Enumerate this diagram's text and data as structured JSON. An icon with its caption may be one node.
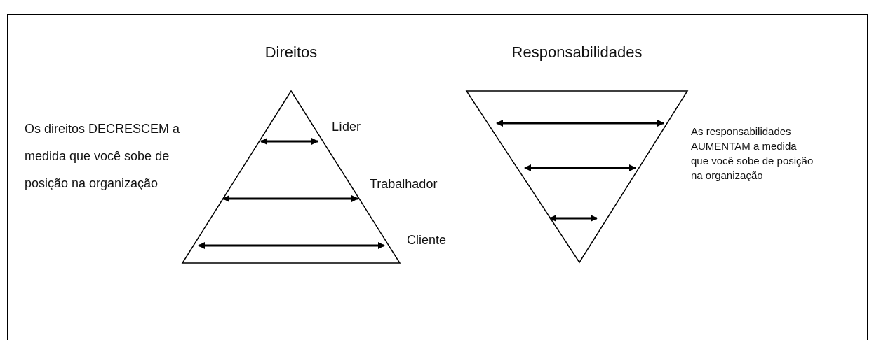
{
  "diagram": {
    "nodes": [
      {
        "text": [
          "Direitos"
        ],
        "beside": [
          "Líder",
          "Trabalhador",
          "Cliente"
        ]
      },
      {
        "text": [
          "Responsabilidades"
        ]
      }
    ],
    "labels": [
      "Os direitos DECRESCEM a medida que você sobe de posição na organização",
      "As responsabilidades AUMENTAM a medida que você sobe de posição na organização"
    ]
  }
}
